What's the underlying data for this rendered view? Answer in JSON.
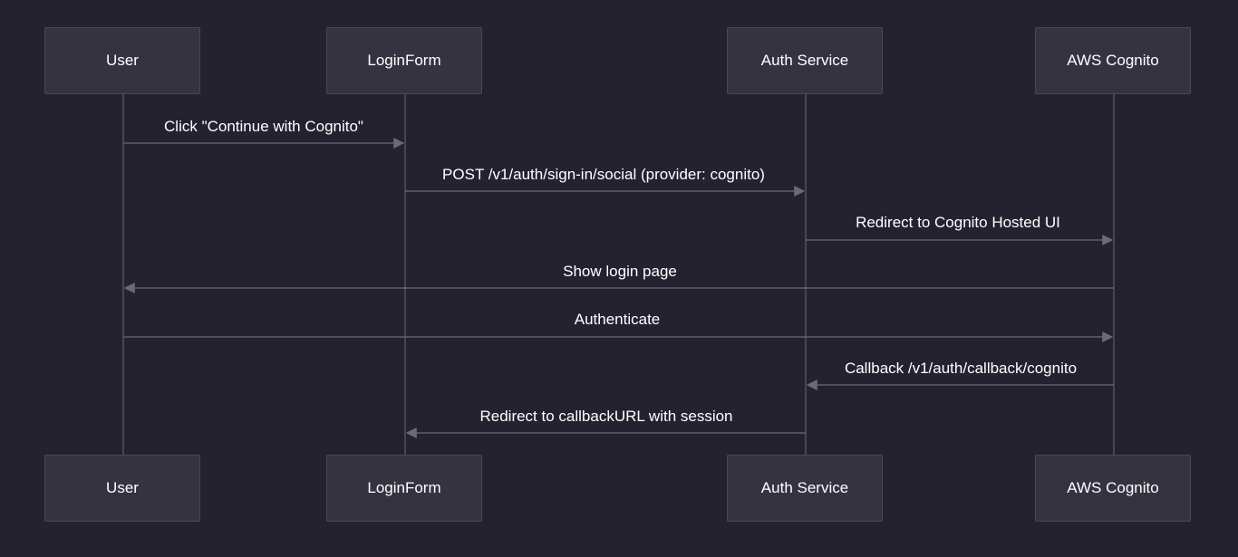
{
  "colors": {
    "background": "#25222f",
    "actor_fill": "#363341",
    "actor_border": "#4a4756",
    "lifeline": "#5c5966",
    "message_line": "#6d6a77",
    "text": "#ffffff"
  },
  "participants": [
    {
      "id": "user",
      "label": "User"
    },
    {
      "id": "loginform",
      "label": "LoginForm"
    },
    {
      "id": "auth",
      "label": "Auth Service"
    },
    {
      "id": "cognito",
      "label": "AWS Cognito"
    }
  ],
  "messages": [
    {
      "from": "user",
      "to": "loginform",
      "label": "Click \"Continue with Cognito\""
    },
    {
      "from": "loginform",
      "to": "auth",
      "label": "POST /v1/auth/sign-in/social (provider: cognito)"
    },
    {
      "from": "auth",
      "to": "cognito",
      "label": "Redirect to Cognito Hosted UI"
    },
    {
      "from": "cognito",
      "to": "user",
      "label": "Show login page"
    },
    {
      "from": "user",
      "to": "cognito",
      "label": "Authenticate"
    },
    {
      "from": "cognito",
      "to": "auth",
      "label": "Callback /v1/auth/callback/cognito"
    },
    {
      "from": "auth",
      "to": "loginform",
      "label": "Redirect to callbackURL with session"
    }
  ]
}
